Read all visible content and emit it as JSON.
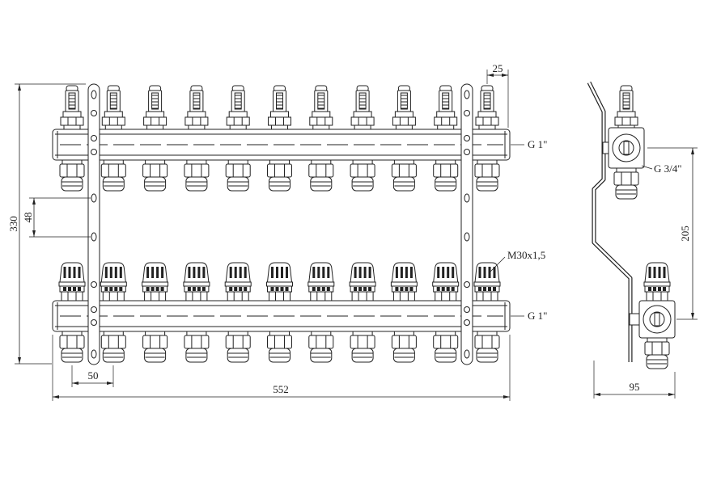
{
  "colors": {
    "line": "#222222",
    "background": "#ffffff"
  },
  "front_view": {
    "dim_outlet_to_edge": "25",
    "dim_total_height": "330",
    "dim_bracket_holes": "48",
    "dim_outlet_spacing": "50",
    "dim_total_length": "552",
    "callout_top_bar": "G 1\"",
    "callout_valve_thread": "M30x1,5",
    "callout_bottom_bar": "G 1\""
  },
  "side_view": {
    "callout_outlet_thread": "G 3/4\"",
    "dim_bar_spacing": "205",
    "dim_depth": "95"
  }
}
